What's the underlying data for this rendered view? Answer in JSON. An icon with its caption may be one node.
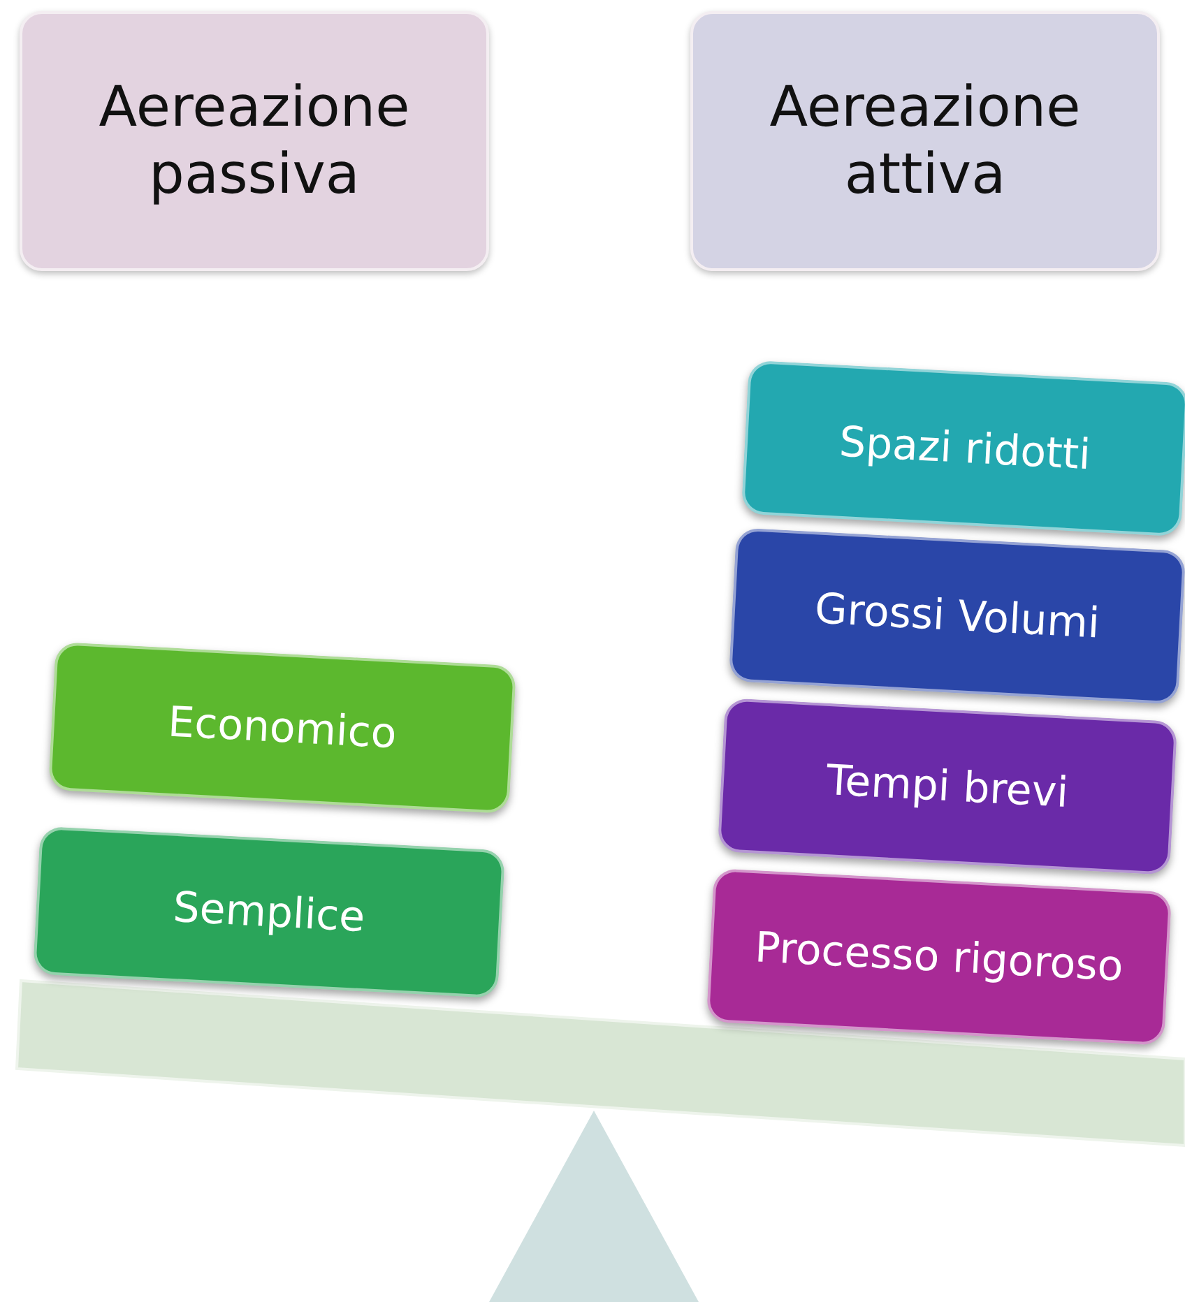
{
  "diagram": {
    "nodes": [
      {
        "text": [
          "Aereazione passiva"
        ]
      },
      {
        "text": [
          "Aereazione attiva"
        ]
      },
      {
        "text": [
          "Economico"
        ]
      },
      {
        "text": [
          "Semplice"
        ]
      },
      {
        "text": [
          "Spazi ridotti"
        ]
      },
      {
        "text": [
          "Grossi Volumi"
        ]
      },
      {
        "text": [
          "Tempi brevi"
        ]
      },
      {
        "text": [
          "Processo rigoroso"
        ]
      }
    ]
  }
}
